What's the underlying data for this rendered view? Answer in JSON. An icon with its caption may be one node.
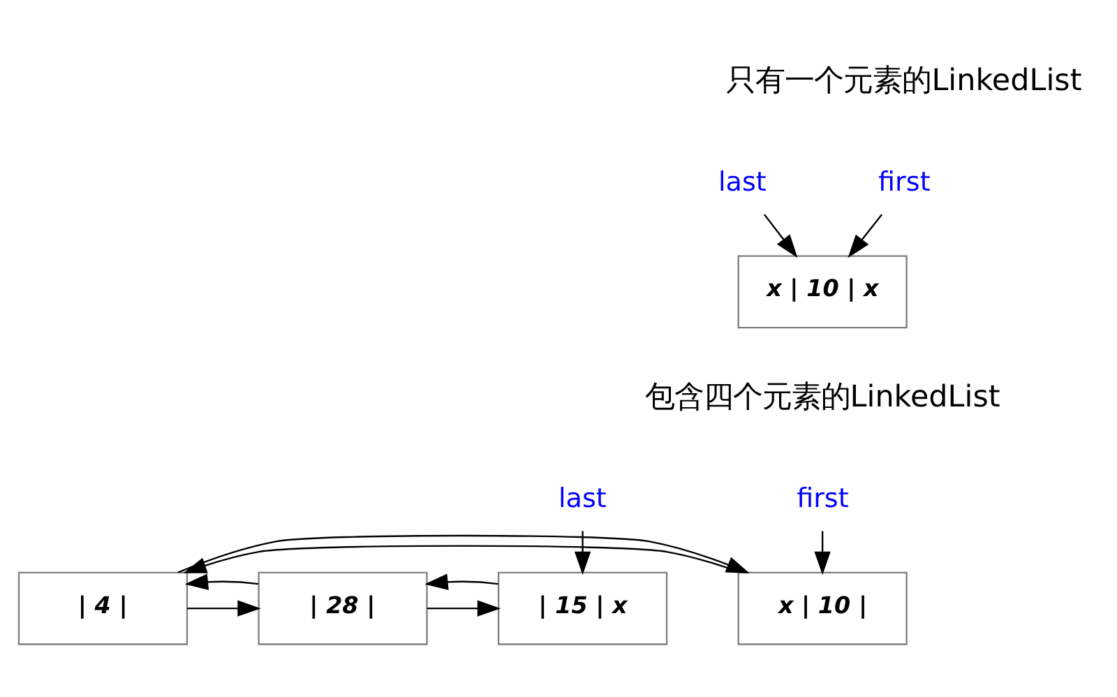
{
  "diagram": {
    "nodes": [
      {
        "text": [
          "first"
        ]
      },
      {
        "text": [
          "last"
        ]
      },
      {
        "text": [
          "x | 10 | x"
        ]
      },
      {
        "text": [
          "first"
        ]
      },
      {
        "text": [
          "last"
        ]
      },
      {
        "text": [
          "x | 10 |"
        ]
      },
      {
        "text": [
          "| 4 |"
        ]
      },
      {
        "text": [
          "| 28 |"
        ]
      },
      {
        "text": [
          "| 15 | x"
        ]
      }
    ],
    "edges": [
      {
        "from": 0,
        "to": 2,
        "arrow": "to"
      },
      {
        "from": 1,
        "to": 2,
        "arrow": "to"
      },
      {
        "from": 3,
        "to": 5,
        "arrow": "to"
      },
      {
        "from": 4,
        "to": 8,
        "arrow": "to"
      },
      {
        "from": 5,
        "to": 6,
        "arrow": "to"
      },
      {
        "from": 6,
        "to": 5,
        "arrow": "to"
      },
      {
        "from": 6,
        "to": 7,
        "arrow": "to"
      },
      {
        "from": 7,
        "to": 6,
        "arrow": "to"
      },
      {
        "from": 7,
        "to": 8,
        "arrow": "to"
      },
      {
        "from": 8,
        "to": 7,
        "arrow": "to"
      }
    ],
    "labels": [
      "只有一个元素的LinkedList",
      "包含四个元素的LinkedList"
    ]
  }
}
